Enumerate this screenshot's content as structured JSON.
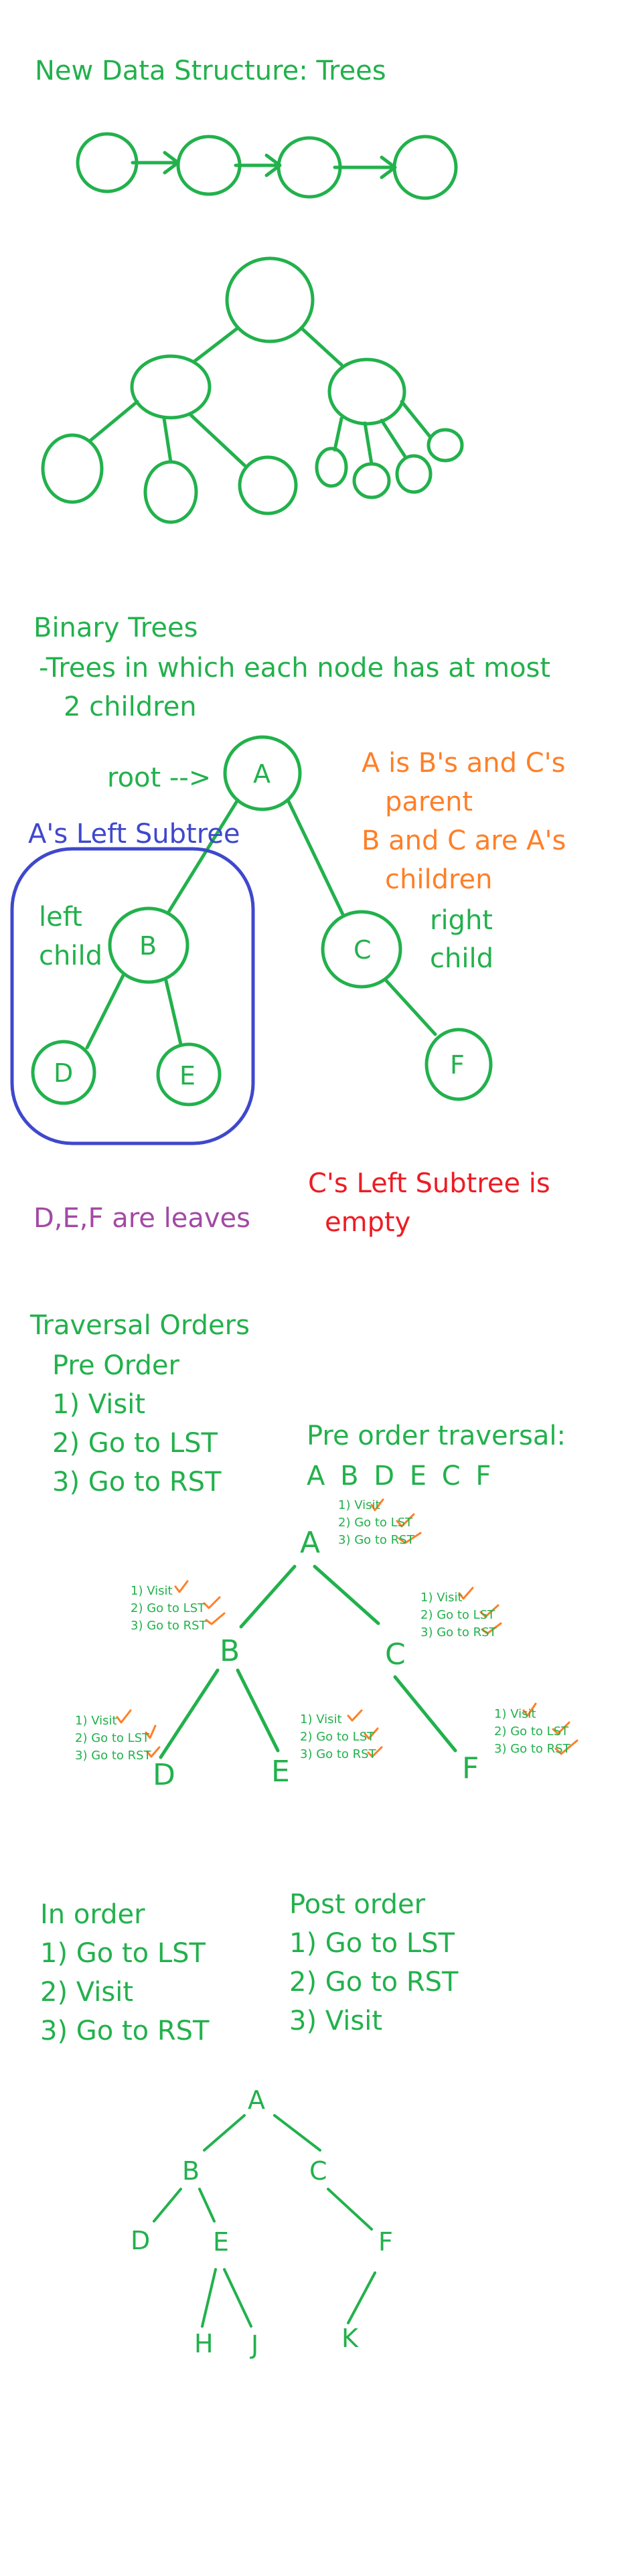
{
  "title": "New Data Structure: Trees",
  "binary_trees": {
    "heading": "Binary Trees",
    "desc_line1": "-Trees in which each node has at most",
    "desc_line2": "2 children"
  },
  "diagram1": {
    "root_label": "root -->",
    "node_a": "A",
    "node_b": "B",
    "node_c": "C",
    "node_d": "D",
    "node_e": "E",
    "node_f": "F",
    "left_subtree": "A's Left Subtree",
    "left_child_1": "left",
    "left_child_2": "child",
    "right_child_1": "right",
    "right_child_2": "child",
    "parent_note_1": "A is B's and C's",
    "parent_note_2": "parent",
    "children_note_1": "B and C are A's",
    "children_note_2": "children",
    "c_left_1": "C's Left Subtree is",
    "c_left_2": "empty",
    "leaves": "D,E,F are leaves"
  },
  "traversal": {
    "heading": "Traversal Orders",
    "preorder": "Pre Order",
    "step1": "1) Visit",
    "step2": "2) Go to LST",
    "step3": "3) Go to RST",
    "preorder_label": "Pre order traversal:",
    "sequence": "A B D E C F"
  },
  "diagram2": {
    "node_a": "A",
    "node_b": "B",
    "node_c": "C",
    "node_d": "D",
    "node_e": "E",
    "node_f": "F",
    "mini1": "1) Visit",
    "mini2": "2) Go to LST",
    "mini3": "3) Go to RST"
  },
  "inorder": {
    "heading": "In order",
    "s1": "1) Go to LST",
    "s2": "2) Visit",
    "s3": "3) Go to RST"
  },
  "postorder": {
    "heading": "Post order",
    "s1": "1) Go to LST",
    "s2": "2) Go to RST",
    "s3": "3) Visit"
  },
  "diagram3": {
    "a": "A",
    "b": "B",
    "c": "C",
    "d": "D",
    "e": "E",
    "f": "F",
    "h": "H",
    "j": "J",
    "k": "K"
  },
  "colors": {
    "green": "#22b14c",
    "orange": "#ff7f27",
    "blue": "#3f48cc",
    "red": "#ed1c24",
    "purple": "#a349a4"
  }
}
